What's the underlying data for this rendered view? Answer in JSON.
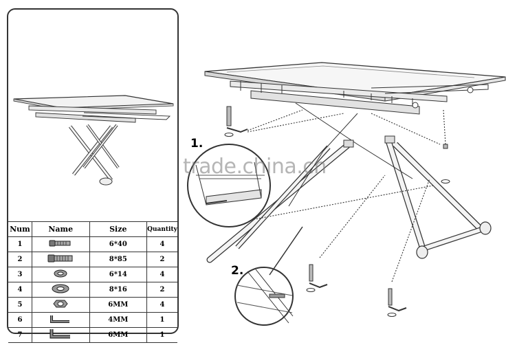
{
  "watermark": "trade.china.cn",
  "steps": {
    "one": "1.",
    "two": "2."
  },
  "table": {
    "headers": {
      "num": "Num",
      "name": "Name",
      "size": "Size",
      "quantity": "Quantity"
    },
    "rows": [
      {
        "num": "1",
        "part": "bolt-short-icon",
        "size": "6*40",
        "qty": "4"
      },
      {
        "num": "2",
        "part": "bolt-long-icon",
        "size": "8*85",
        "qty": "2"
      },
      {
        "num": "3",
        "part": "washer-small-icon",
        "size": "6*14",
        "qty": "4"
      },
      {
        "num": "4",
        "part": "washer-large-icon",
        "size": "8*16",
        "qty": "2"
      },
      {
        "num": "5",
        "part": "hex-nut-icon",
        "size": "6MM",
        "qty": "4"
      },
      {
        "num": "6",
        "part": "allen-key-small-icon",
        "size": "4MM",
        "qty": "1"
      },
      {
        "num": "7",
        "part": "allen-key-large-icon",
        "size": "6MM",
        "qty": "1"
      }
    ]
  }
}
